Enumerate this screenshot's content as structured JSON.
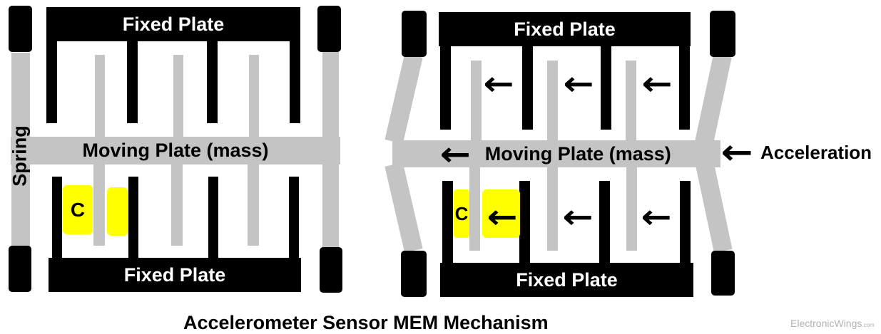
{
  "title": "Accelerometer Sensor MEM Mechanism",
  "watermark": {
    "brand": "ElectronicWings",
    "suffix": ".com"
  },
  "colors": {
    "plate_black": "#000000",
    "spring_gray": "#c4c4c4",
    "capacitor_yellow": "#ffff00",
    "label_white": "#ffffff",
    "watermark_gray": "#b2b2b2"
  },
  "icons": {
    "left_arrow": "←"
  },
  "left_diagram": {
    "fixed_plate_top_label": "Fixed Plate",
    "fixed_plate_bottom_label": "Fixed Plate",
    "moving_plate_label": "Moving Plate (mass)",
    "spring_label": "Spring",
    "capacitance_label": "C"
  },
  "right_diagram": {
    "fixed_plate_top_label": "Fixed Plate",
    "fixed_plate_bottom_label": "Fixed Plate",
    "moving_plate_label": "Moving Plate (mass)",
    "capacitance_label": "C",
    "acceleration_label": "Acceleration"
  }
}
